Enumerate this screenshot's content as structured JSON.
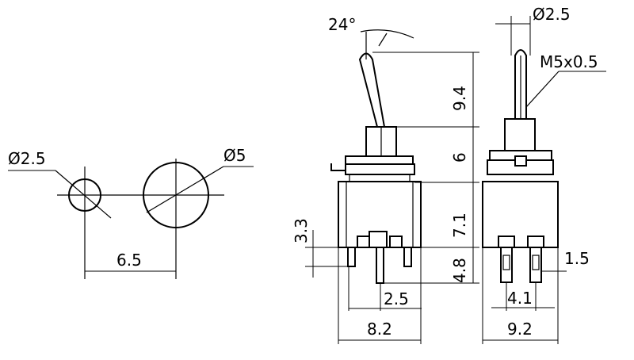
{
  "labels": {
    "angle": "24°",
    "shaft_dia": "Ø2.5",
    "thread": "M5x0.5",
    "h_lever": "9.4",
    "h_bushing": "6",
    "h_body": "7.1",
    "h_term": "4.8",
    "h_term_small": "3.3",
    "pitch_side": "2.5",
    "w_side": "8.2",
    "w_front": "9.2",
    "pitch_front": "4.1",
    "term_w": "1.5",
    "hole_small": "Ø2.5",
    "hole_big": "Ø5",
    "hole_spacing": "6.5"
  }
}
